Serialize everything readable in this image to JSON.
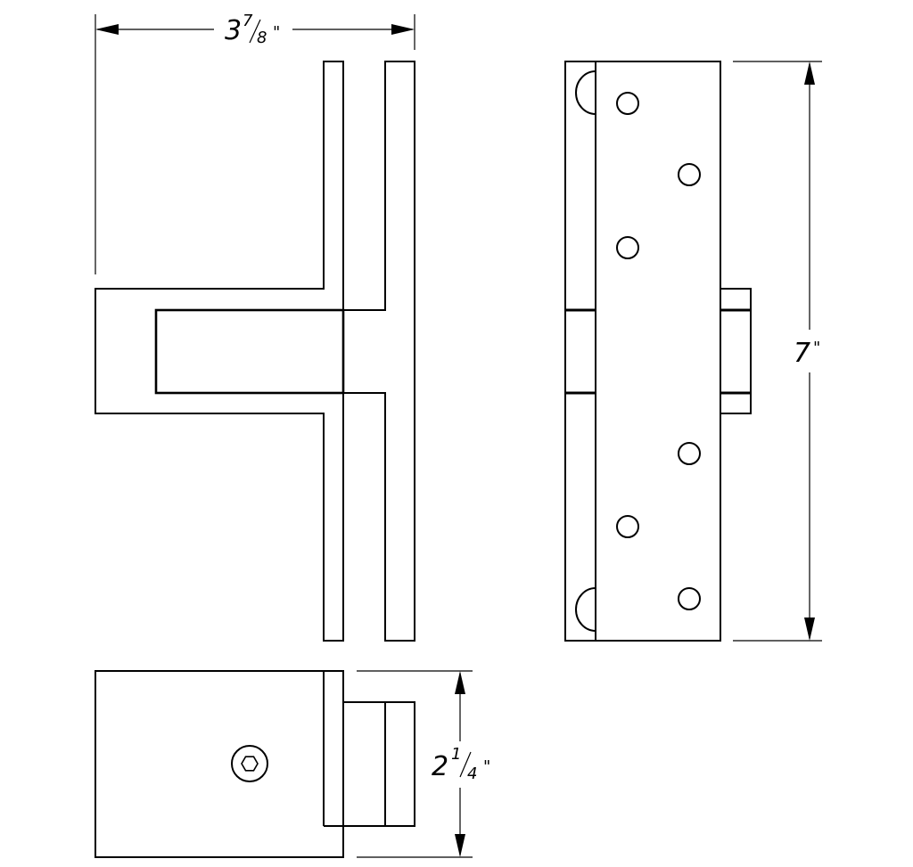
{
  "dimensions": {
    "width": {
      "whole": "3",
      "numerator": "7",
      "denominator": "8",
      "unit": "\""
    },
    "height": {
      "whole": "7",
      "unit": "\""
    },
    "depth": {
      "whole": "2",
      "numerator": "1",
      "denominator": "4",
      "unit": "\""
    }
  },
  "colors": {
    "line": "#000000",
    "background": "#ffffff"
  }
}
